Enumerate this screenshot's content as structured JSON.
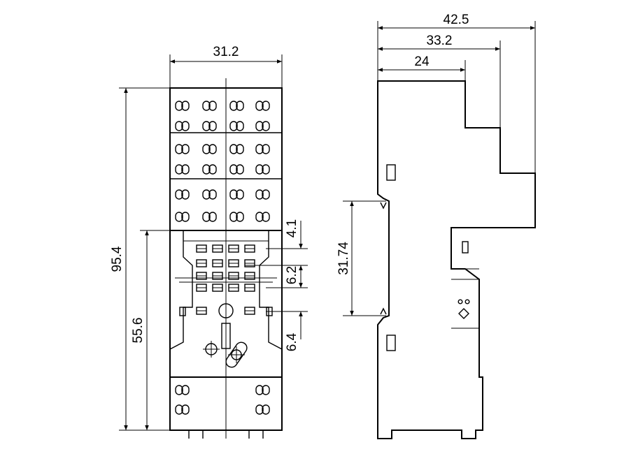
{
  "dimensions": {
    "front_width": "31.2",
    "front_height": "95.4",
    "front_lower_height": "55.6",
    "pin_spacing_1": "4.1",
    "pin_spacing_2": "6.2",
    "pin_spacing_3": "6.4",
    "side_depth_total": "42.5",
    "side_depth_mid": "33.2",
    "side_depth_top": "24",
    "rail_width": "31.74"
  },
  "colors": {
    "line": "#000000",
    "background": "#ffffff"
  }
}
